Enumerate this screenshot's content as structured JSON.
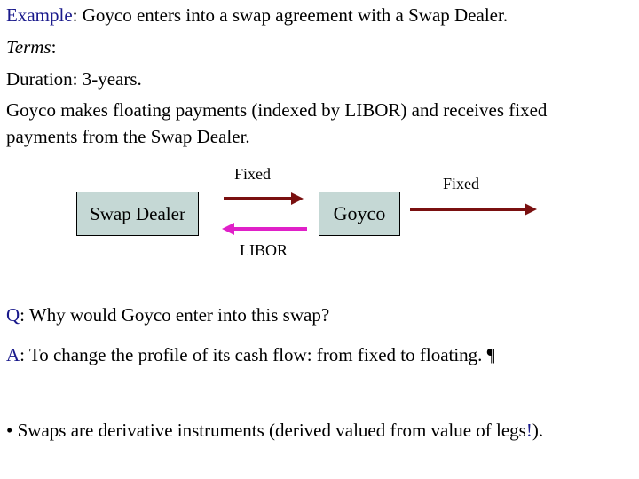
{
  "colors": {
    "label_blue": "#1a1a8c",
    "box_fill": "#c5d8d5",
    "fixed_arrow": "#7a1010",
    "libor_arrow": "#e020c8"
  },
  "intro": {
    "example_label": "Example",
    "example_text": ": Goyco enters into a swap agreement with a Swap Dealer.",
    "terms_label": "Terms",
    "terms_colon": ":",
    "duration": "Duration: 3-years.",
    "payments_line1": "Goyco makes floating payments (indexed by LIBOR) and receives fixed",
    "payments_line2": "payments from the Swap Dealer."
  },
  "diagram": {
    "dealer_box": "Swap Dealer",
    "goyco_box": "Goyco",
    "fixed_label_1": "Fixed",
    "fixed_label_2": "Fixed",
    "libor_label": "LIBOR"
  },
  "qa": {
    "q_label": "Q",
    "q_text": ": Why would Goyco enter into this swap?",
    "a_label": "A",
    "a_text": ": To change the profile of its cash flow: from fixed to floating. ¶"
  },
  "bullet": {
    "text_before": "• Swaps are derivative instruments (derived valued from value of legs",
    "bang": "!",
    "text_after": ")."
  }
}
